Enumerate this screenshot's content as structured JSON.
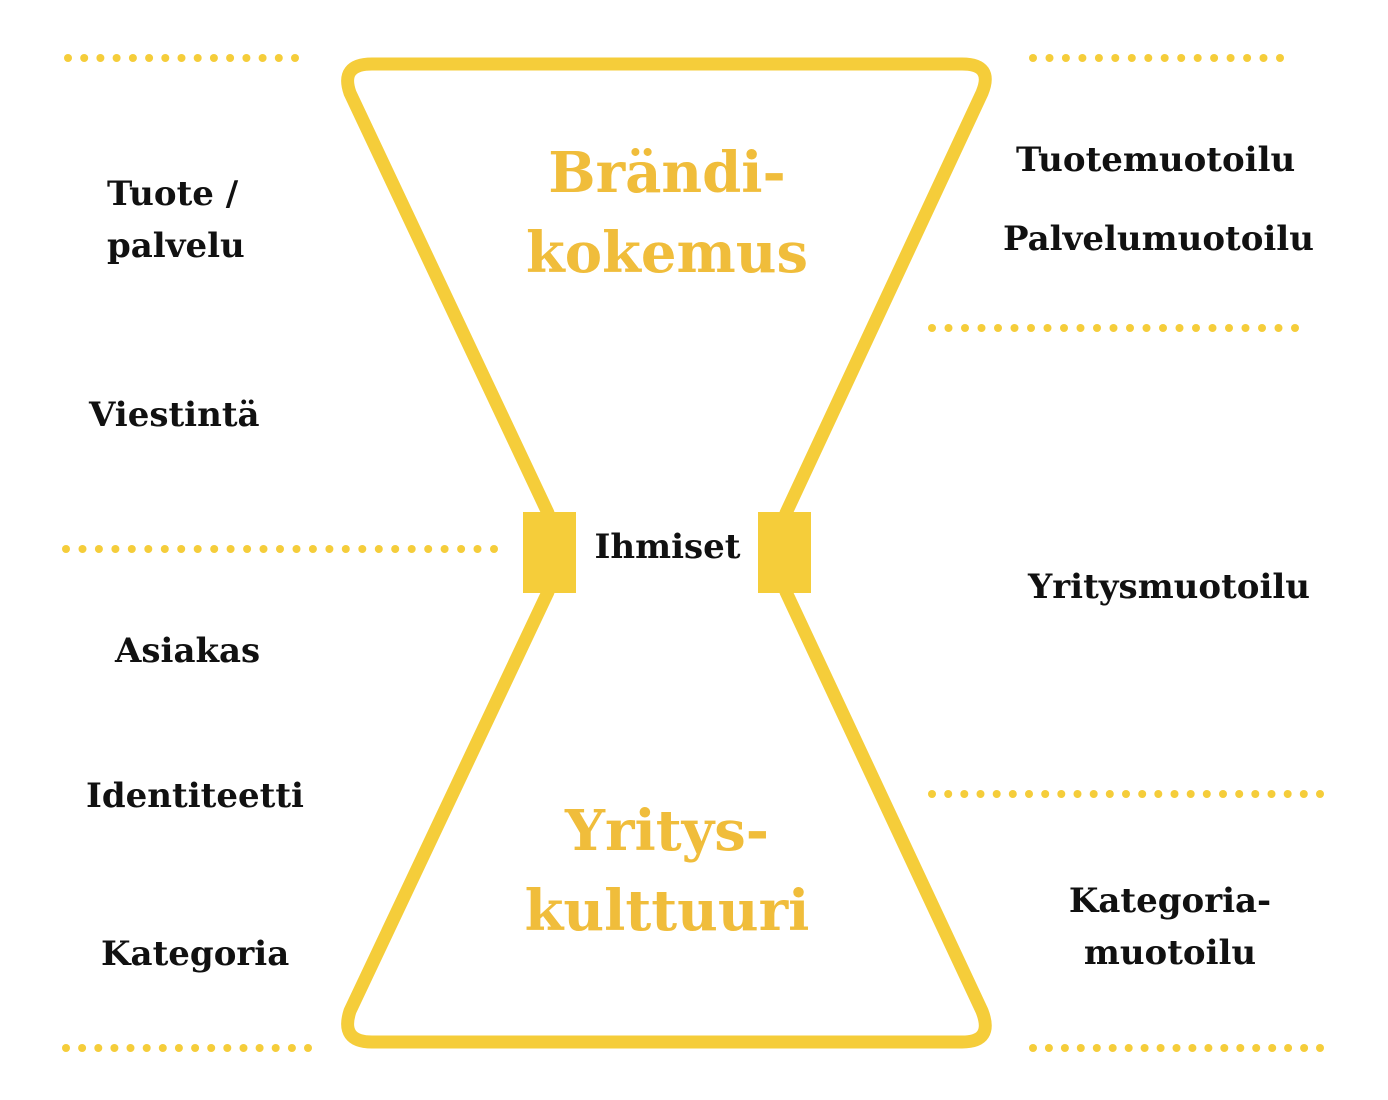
{
  "colors": {
    "accent": "#f5cd3a",
    "title": "#f0bd3b",
    "text": "#111111",
    "background": "#ffffff"
  },
  "center": {
    "top_title": "Brändi-\nkokemus",
    "bottom_title": "Yritys-\nkulttuuri",
    "middle": "Ihmiset"
  },
  "left": {
    "product_service": "Tuote /\npalvelu",
    "communication": "Viestintä",
    "customer": "Asiakas",
    "identity": "Identiteetti",
    "category": "Kategoria"
  },
  "right": {
    "product_design": "Tuotemuotoilu",
    "service_design": "Palvelumuotoilu",
    "corporate_design": "Yritysmuotoilu",
    "category_design": "Kategoria-\nmuotoilu"
  }
}
